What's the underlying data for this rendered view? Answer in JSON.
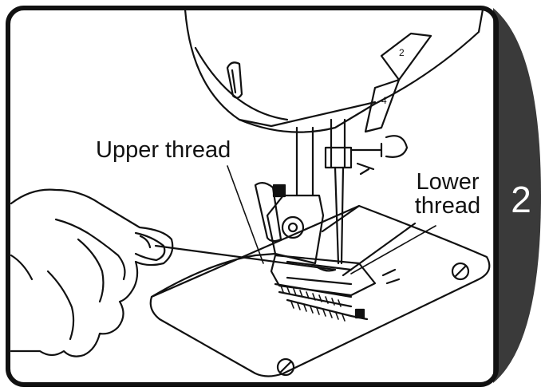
{
  "labels": {
    "upper_thread": "Upper thread",
    "lower_thread_line1": "Lower",
    "lower_thread_line2": "thread"
  },
  "step": {
    "number": "2"
  },
  "colors": {
    "tab": "#3a3a3a",
    "outline": "#111111",
    "paper": "#ffffff"
  }
}
